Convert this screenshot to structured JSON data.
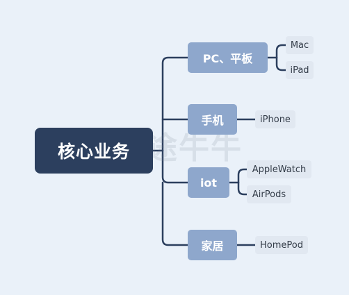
{
  "diagram": {
    "root": {
      "label": "核心业务"
    },
    "branches": [
      {
        "label": "PC、平板",
        "children": [
          "Mac",
          "iPad"
        ]
      },
      {
        "label": "手机",
        "children": [
          "iPhone"
        ]
      },
      {
        "label": "iot",
        "children": [
          "AppleWatch",
          "AirPods"
        ]
      },
      {
        "label": "家居",
        "children": [
          "HomePod"
        ]
      }
    ]
  },
  "watermark": {
    "text": "富途牛牛",
    "icon": "futu-logo-icon"
  },
  "colors": {
    "background": "#eaf1f9",
    "root_fill": "#2c3f5e",
    "branch_fill": "#8ea7cc",
    "leaf_fill": "#e1e8f1",
    "connector": "#2c3f5e"
  }
}
